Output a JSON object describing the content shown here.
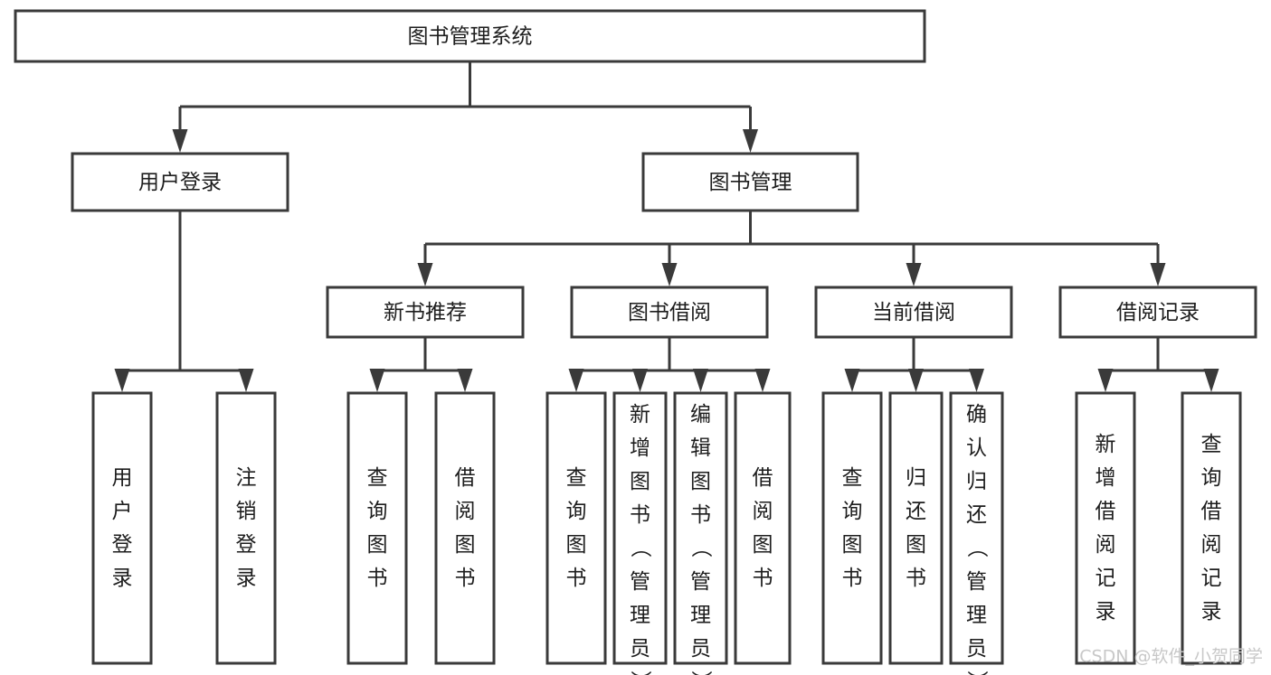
{
  "diagram": {
    "type": "tree",
    "title": "图书管理系统",
    "orientation": "top-down",
    "root": {
      "id": "root",
      "label": "图书管理系统",
      "text_orientation": "horizontal"
    },
    "levels": [
      {
        "level": 1,
        "nodes": [
          {
            "id": "user-login",
            "label": "用户登录",
            "text_orientation": "horizontal",
            "parent": "root"
          },
          {
            "id": "book-manage",
            "label": "图书管理",
            "text_orientation": "horizontal",
            "parent": "root"
          }
        ]
      },
      {
        "level": 2,
        "nodes": [
          {
            "id": "new-book-rec",
            "label": "新书推荐",
            "text_orientation": "horizontal",
            "parent": "book-manage"
          },
          {
            "id": "book-borrow",
            "label": "图书借阅",
            "text_orientation": "horizontal",
            "parent": "book-manage"
          },
          {
            "id": "current-borrow",
            "label": "当前借阅",
            "text_orientation": "horizontal",
            "parent": "book-manage"
          },
          {
            "id": "borrow-record",
            "label": "借阅记录",
            "text_orientation": "horizontal",
            "parent": "book-manage"
          }
        ]
      },
      {
        "level": 3,
        "nodes": [
          {
            "id": "leaf-user-login",
            "label": "用户登录",
            "text_orientation": "vertical",
            "parent": "user-login"
          },
          {
            "id": "leaf-logout",
            "label": "注销登录",
            "text_orientation": "vertical",
            "parent": "user-login"
          },
          {
            "id": "leaf-query-book-1",
            "label": "查询图书",
            "text_orientation": "vertical",
            "parent": "new-book-rec"
          },
          {
            "id": "leaf-borrow-book-1",
            "label": "借阅图书",
            "text_orientation": "vertical",
            "parent": "new-book-rec"
          },
          {
            "id": "leaf-query-book-2",
            "label": "查询图书",
            "text_orientation": "vertical",
            "parent": "book-borrow"
          },
          {
            "id": "leaf-add-book",
            "label": "新增图书（管理员）",
            "text_orientation": "vertical",
            "parent": "book-borrow"
          },
          {
            "id": "leaf-edit-book",
            "label": "编辑图书（管理员）",
            "text_orientation": "vertical",
            "parent": "book-borrow"
          },
          {
            "id": "leaf-borrow-book-2",
            "label": "借阅图书",
            "text_orientation": "vertical",
            "parent": "book-borrow"
          },
          {
            "id": "leaf-query-book-3",
            "label": "查询图书",
            "text_orientation": "vertical",
            "parent": "current-borrow"
          },
          {
            "id": "leaf-return-book",
            "label": "归还图书",
            "text_orientation": "vertical",
            "parent": "current-borrow"
          },
          {
            "id": "leaf-confirm-return",
            "label": "确认归还（管理员）",
            "text_orientation": "vertical",
            "parent": "current-borrow"
          },
          {
            "id": "leaf-add-record",
            "label": "新增借阅记录",
            "text_orientation": "vertical",
            "parent": "borrow-record"
          },
          {
            "id": "leaf-query-record",
            "label": "查询借阅记录",
            "text_orientation": "vertical",
            "parent": "borrow-record"
          }
        ]
      }
    ],
    "colors": {
      "box_fill": "#ffffff",
      "box_stroke": "#3a3a3a",
      "text": "#1d1d1d",
      "connector": "#3a3a3a",
      "background": "#ffffff",
      "watermark": "#c8c8c8"
    }
  },
  "watermark": {
    "label": "CSDN @软件_小贺同学"
  }
}
